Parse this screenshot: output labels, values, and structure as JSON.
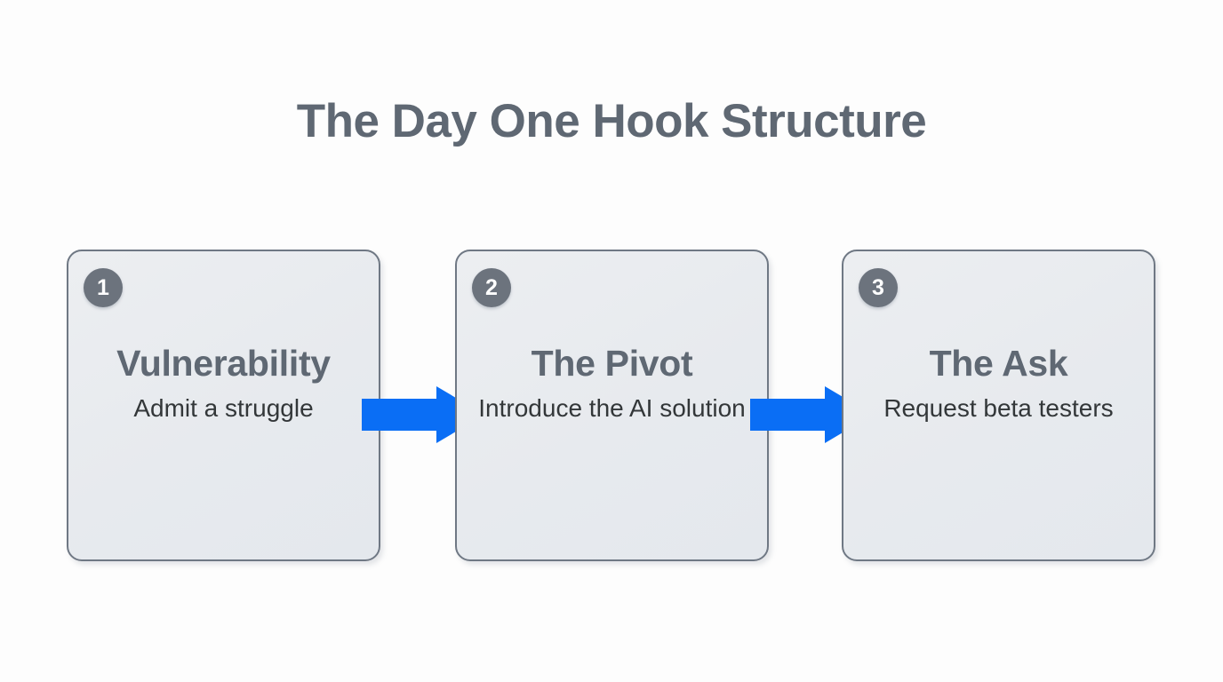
{
  "page": {
    "title": "The Day One Hook Structure",
    "background_color": "#fdfdfd"
  },
  "theme": {
    "title_color": "#5f6873",
    "card_fill": "#e8ebef",
    "card_border": "#6f7884",
    "badge_fill": "#6c737d",
    "badge_text_color": "#ffffff",
    "card_title_color": "#5f6873",
    "card_sub_color": "#333739",
    "arrow_color": "#0a6ef5"
  },
  "diagram": {
    "type": "process-flow",
    "orientation": "horizontal",
    "step_count": 3,
    "connector_count": 2,
    "steps": [
      {
        "number": "1",
        "title": "Vulnerability",
        "subtitle": "Admit a struggle"
      },
      {
        "number": "2",
        "title": "The Pivot",
        "subtitle": "Introduce the AI solution"
      },
      {
        "number": "3",
        "title": "The Ask",
        "subtitle": "Request beta testers"
      }
    ],
    "connectors": [
      {
        "label": "arrow-step-1-to-2",
        "direction": "right"
      },
      {
        "label": "arrow-step-2-to-3",
        "direction": "right"
      }
    ]
  }
}
